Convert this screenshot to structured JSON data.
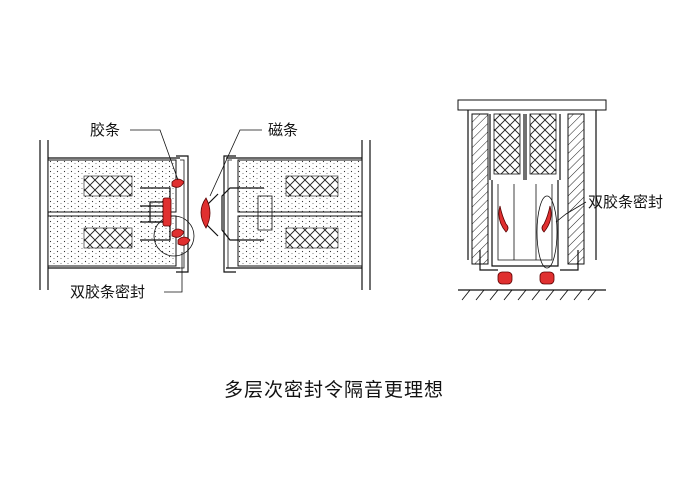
{
  "labels": {
    "glue_strip": "胶条",
    "magnetic_strip": "磁条",
    "double_seal_left": "双胶条密封",
    "double_seal_right": "双胶条密封"
  },
  "caption": "多层次密封令隔音更理想",
  "colors": {
    "seal": "#e03030",
    "line": "#111111",
    "background": "#ffffff"
  }
}
